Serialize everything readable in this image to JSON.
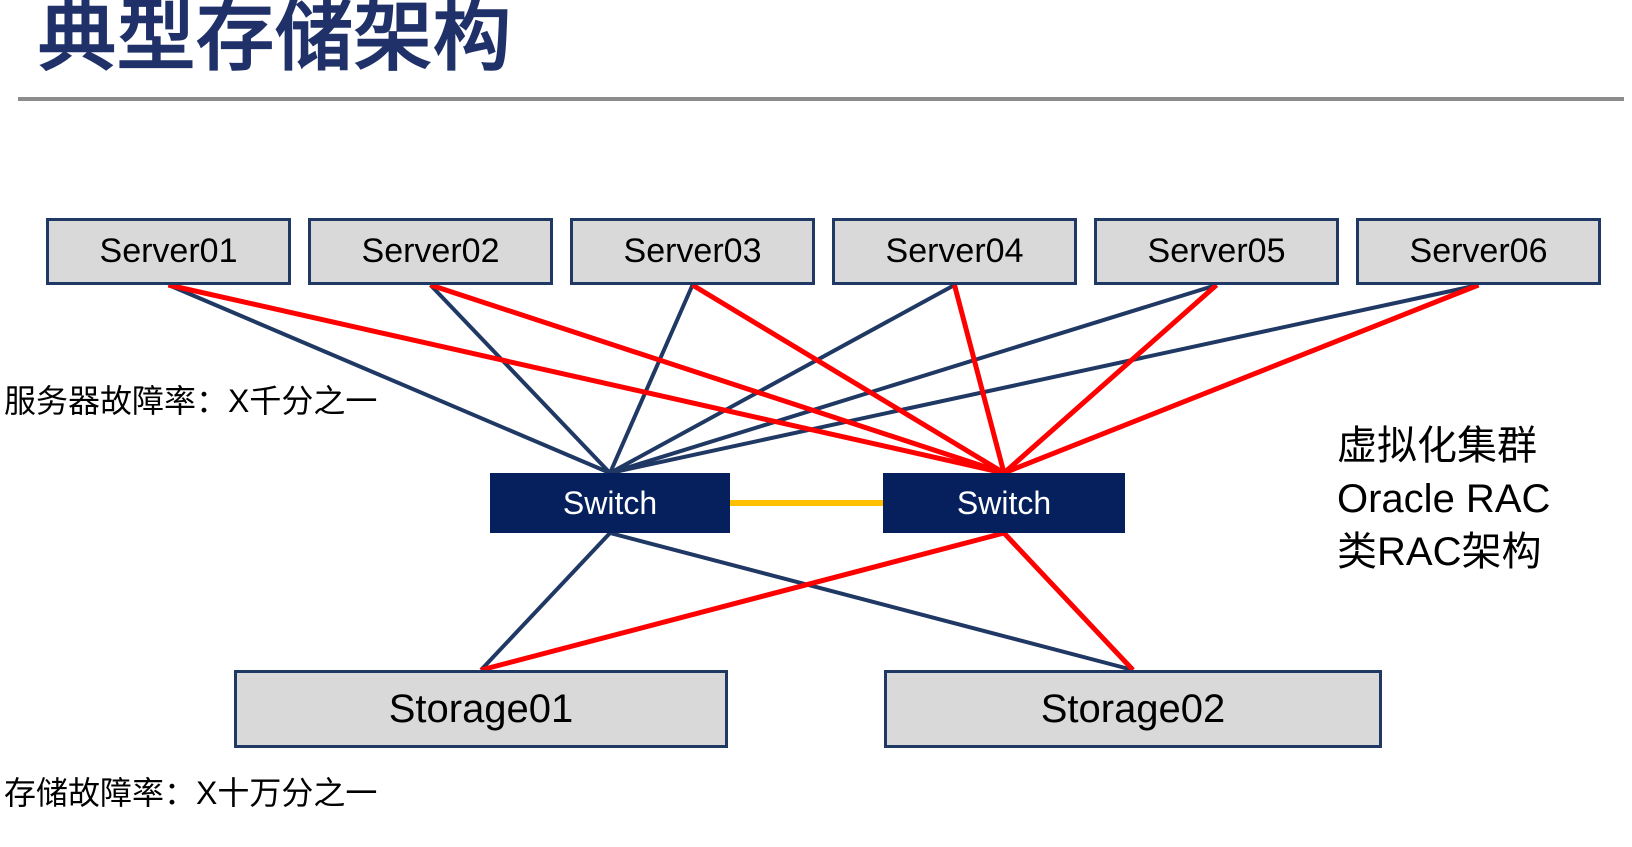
{
  "page": {
    "title": "典型存储架构"
  },
  "annotations": {
    "server_failure_rate": "服务器故障率：X千分之一",
    "storage_failure_rate": "存储故障率：X十万分之一",
    "cluster_note_lines": [
      "虚拟化集群",
      "Oracle RAC",
      "类RAC架构"
    ]
  },
  "nodes": {
    "servers": [
      {
        "id": "server01",
        "label": "Server01"
      },
      {
        "id": "server02",
        "label": "Server02"
      },
      {
        "id": "server03",
        "label": "Server03"
      },
      {
        "id": "server04",
        "label": "Server04"
      },
      {
        "id": "server05",
        "label": "Server05"
      },
      {
        "id": "server06",
        "label": "Server06"
      }
    ],
    "switches": [
      {
        "id": "switch-left",
        "label": "Switch"
      },
      {
        "id": "switch-right",
        "label": "Switch"
      }
    ],
    "storages": [
      {
        "id": "storage01",
        "label": "Storage01"
      },
      {
        "id": "storage02",
        "label": "Storage02"
      }
    ]
  },
  "edges": [
    {
      "from": "server01",
      "to": "switch-left",
      "color": "navy"
    },
    {
      "from": "server02",
      "to": "switch-left",
      "color": "navy"
    },
    {
      "from": "server03",
      "to": "switch-left",
      "color": "navy"
    },
    {
      "from": "server04",
      "to": "switch-left",
      "color": "navy"
    },
    {
      "from": "server05",
      "to": "switch-left",
      "color": "navy"
    },
    {
      "from": "server06",
      "to": "switch-left",
      "color": "navy"
    },
    {
      "from": "server01",
      "to": "switch-right",
      "color": "red"
    },
    {
      "from": "server02",
      "to": "switch-right",
      "color": "red"
    },
    {
      "from": "server03",
      "to": "switch-right",
      "color": "red"
    },
    {
      "from": "server04",
      "to": "switch-right",
      "color": "red"
    },
    {
      "from": "server05",
      "to": "switch-right",
      "color": "red"
    },
    {
      "from": "server06",
      "to": "switch-right",
      "color": "red"
    },
    {
      "from": "switch-left",
      "to": "storage01",
      "color": "navy"
    },
    {
      "from": "switch-left",
      "to": "storage02",
      "color": "navy"
    },
    {
      "from": "switch-right",
      "to": "storage01",
      "color": "red"
    },
    {
      "from": "switch-right",
      "to": "storage02",
      "color": "red"
    },
    {
      "from": "switch-left",
      "to": "switch-right",
      "color": "orange"
    }
  ],
  "colors": {
    "navy": "#1F3864",
    "red": "#FF0000",
    "orange": "#FFC000",
    "switch_fill": "#06205E",
    "node_fill": "#D9D9D9",
    "separator": "#8C8C8C",
    "title": "#1F3168"
  }
}
